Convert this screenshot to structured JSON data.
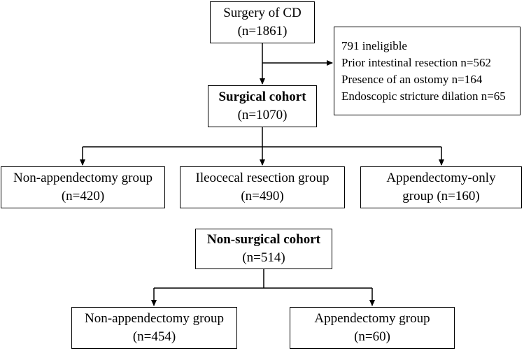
{
  "flowchart": {
    "surgery_of_cd": {
      "title": "Surgery of CD",
      "count": "(n=1861)"
    },
    "ineligible": {
      "lines": [
        "791 ineligible",
        "Prior intestinal resection n=562",
        "Presence of an ostomy n=164",
        "Endoscopic stricture dilation n=65"
      ]
    },
    "surgical_cohort": {
      "title": "Surgical cohort",
      "count": "(n=1070)"
    },
    "surgical_groups": [
      {
        "title": "Non-appendectomy group",
        "count": "(n=420)"
      },
      {
        "title": "Ileocecal resection group",
        "count": "(n=490)"
      },
      {
        "title": "Appendectomy-only",
        "count": "group (n=160)"
      }
    ],
    "non_surgical_cohort": {
      "title": "Non-surgical cohort",
      "count": "(n=514)"
    },
    "non_surgical_groups": [
      {
        "title": "Non-appendectomy group",
        "count": "(n=454)"
      },
      {
        "title": "Appendectomy group",
        "count": "(n=60)"
      }
    ]
  }
}
